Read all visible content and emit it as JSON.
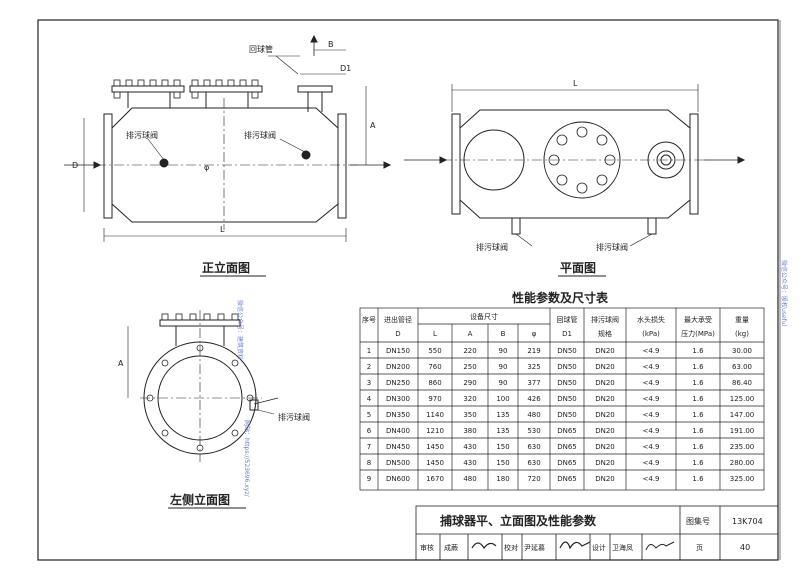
{
  "views": {
    "front_title": "正立面图",
    "plan_title": "平面图",
    "side_title": "左侧立面图"
  },
  "labels": {
    "return_pipe": "回球管",
    "drain_valve": "排污球阀",
    "dim_B": "B",
    "dim_D1": "D1",
    "dim_L": "L",
    "dim_D": "D",
    "dim_A": "A",
    "dim_phi": "φ"
  },
  "table": {
    "title": "性能参数及尺寸表",
    "headers": {
      "seq": "序号",
      "inlet": "进出管径",
      "inlet_sub": "D",
      "size": "设备尺寸",
      "size_L": "L",
      "size_A": "A",
      "size_B": "B",
      "size_phi": "φ",
      "return": "回球管",
      "return_sub": "D1",
      "drain": "排污球阀",
      "drain_sub": "规格",
      "head": "水头损失",
      "head_sub": "(kPa)",
      "press": "最大承受",
      "press_sub": "压力(MPa)",
      "weight": "重量",
      "weight_sub": "(kg)"
    },
    "rows": [
      [
        "1",
        "DN150",
        "550",
        "220",
        "90",
        "219",
        "DN50",
        "DN20",
        "<4.9",
        "1.6",
        "30.00"
      ],
      [
        "2",
        "DN200",
        "760",
        "250",
        "90",
        "325",
        "DN50",
        "DN20",
        "<4.9",
        "1.6",
        "63.00"
      ],
      [
        "3",
        "DN250",
        "860",
        "290",
        "90",
        "377",
        "DN50",
        "DN20",
        "<4.9",
        "1.6",
        "86.40"
      ],
      [
        "4",
        "DN300",
        "970",
        "320",
        "100",
        "426",
        "DN50",
        "DN20",
        "<4.9",
        "1.6",
        "125.00"
      ],
      [
        "5",
        "DN350",
        "1140",
        "350",
        "135",
        "480",
        "DN50",
        "DN20",
        "<4.9",
        "1.6",
        "147.00"
      ],
      [
        "6",
        "DN400",
        "1210",
        "380",
        "135",
        "530",
        "DN65",
        "DN20",
        "<4.9",
        "1.6",
        "191.00"
      ],
      [
        "7",
        "DN450",
        "1450",
        "430",
        "150",
        "630",
        "DN65",
        "DN20",
        "<4.9",
        "1.6",
        "235.00"
      ],
      [
        "8",
        "DN500",
        "1450",
        "430",
        "150",
        "630",
        "DN65",
        "DN20",
        "<4.9",
        "1.6",
        "280.00"
      ],
      [
        "9",
        "DN600",
        "1670",
        "480",
        "180",
        "720",
        "DN65",
        "DN20",
        "<4.9",
        "1.6",
        "325.00"
      ]
    ]
  },
  "title_block": {
    "drawing_title": "捕球器平、立面图及性能参数",
    "atlas_label": "图集号",
    "atlas_no": "13K704",
    "review_label": "审核",
    "review_name": "成蕨",
    "check_label": "校对",
    "check_name": "尹延慕",
    "design_label": "设计",
    "design_name": "卫海凤",
    "page_label": "页",
    "page_no": "40"
  },
  "watermarks": {
    "w1": "微信公众号：建筑资料",
    "w2": "网站：https://523696.xyz/",
    "w3": "微信公众号：股权useful"
  }
}
